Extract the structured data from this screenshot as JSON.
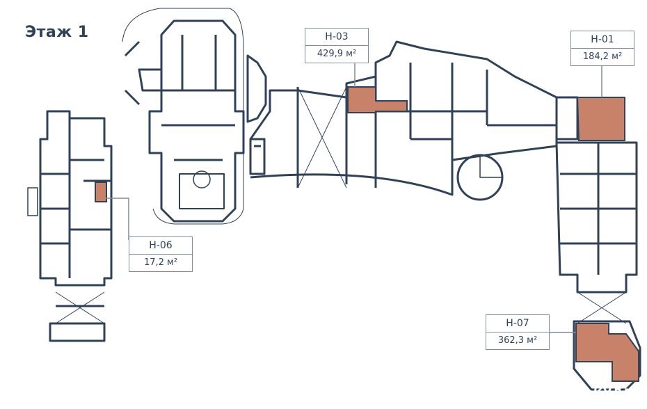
{
  "floor": {
    "title": "Этаж 1"
  },
  "colors": {
    "wall": "#2f4257",
    "unit_highlight": "#c9826a",
    "callout_border": "#7f8c99"
  },
  "units": [
    {
      "id": "h03",
      "code": "Н-03",
      "area": "429,9 м²"
    },
    {
      "id": "h01",
      "code": "Н-01",
      "area": "184,2 м²"
    },
    {
      "id": "h06",
      "code": "Н-06",
      "area": "17,2 м²"
    },
    {
      "id": "h07",
      "code": "Н-07",
      "area": "362,3 м²"
    }
  ],
  "watermark": "КУЛА"
}
